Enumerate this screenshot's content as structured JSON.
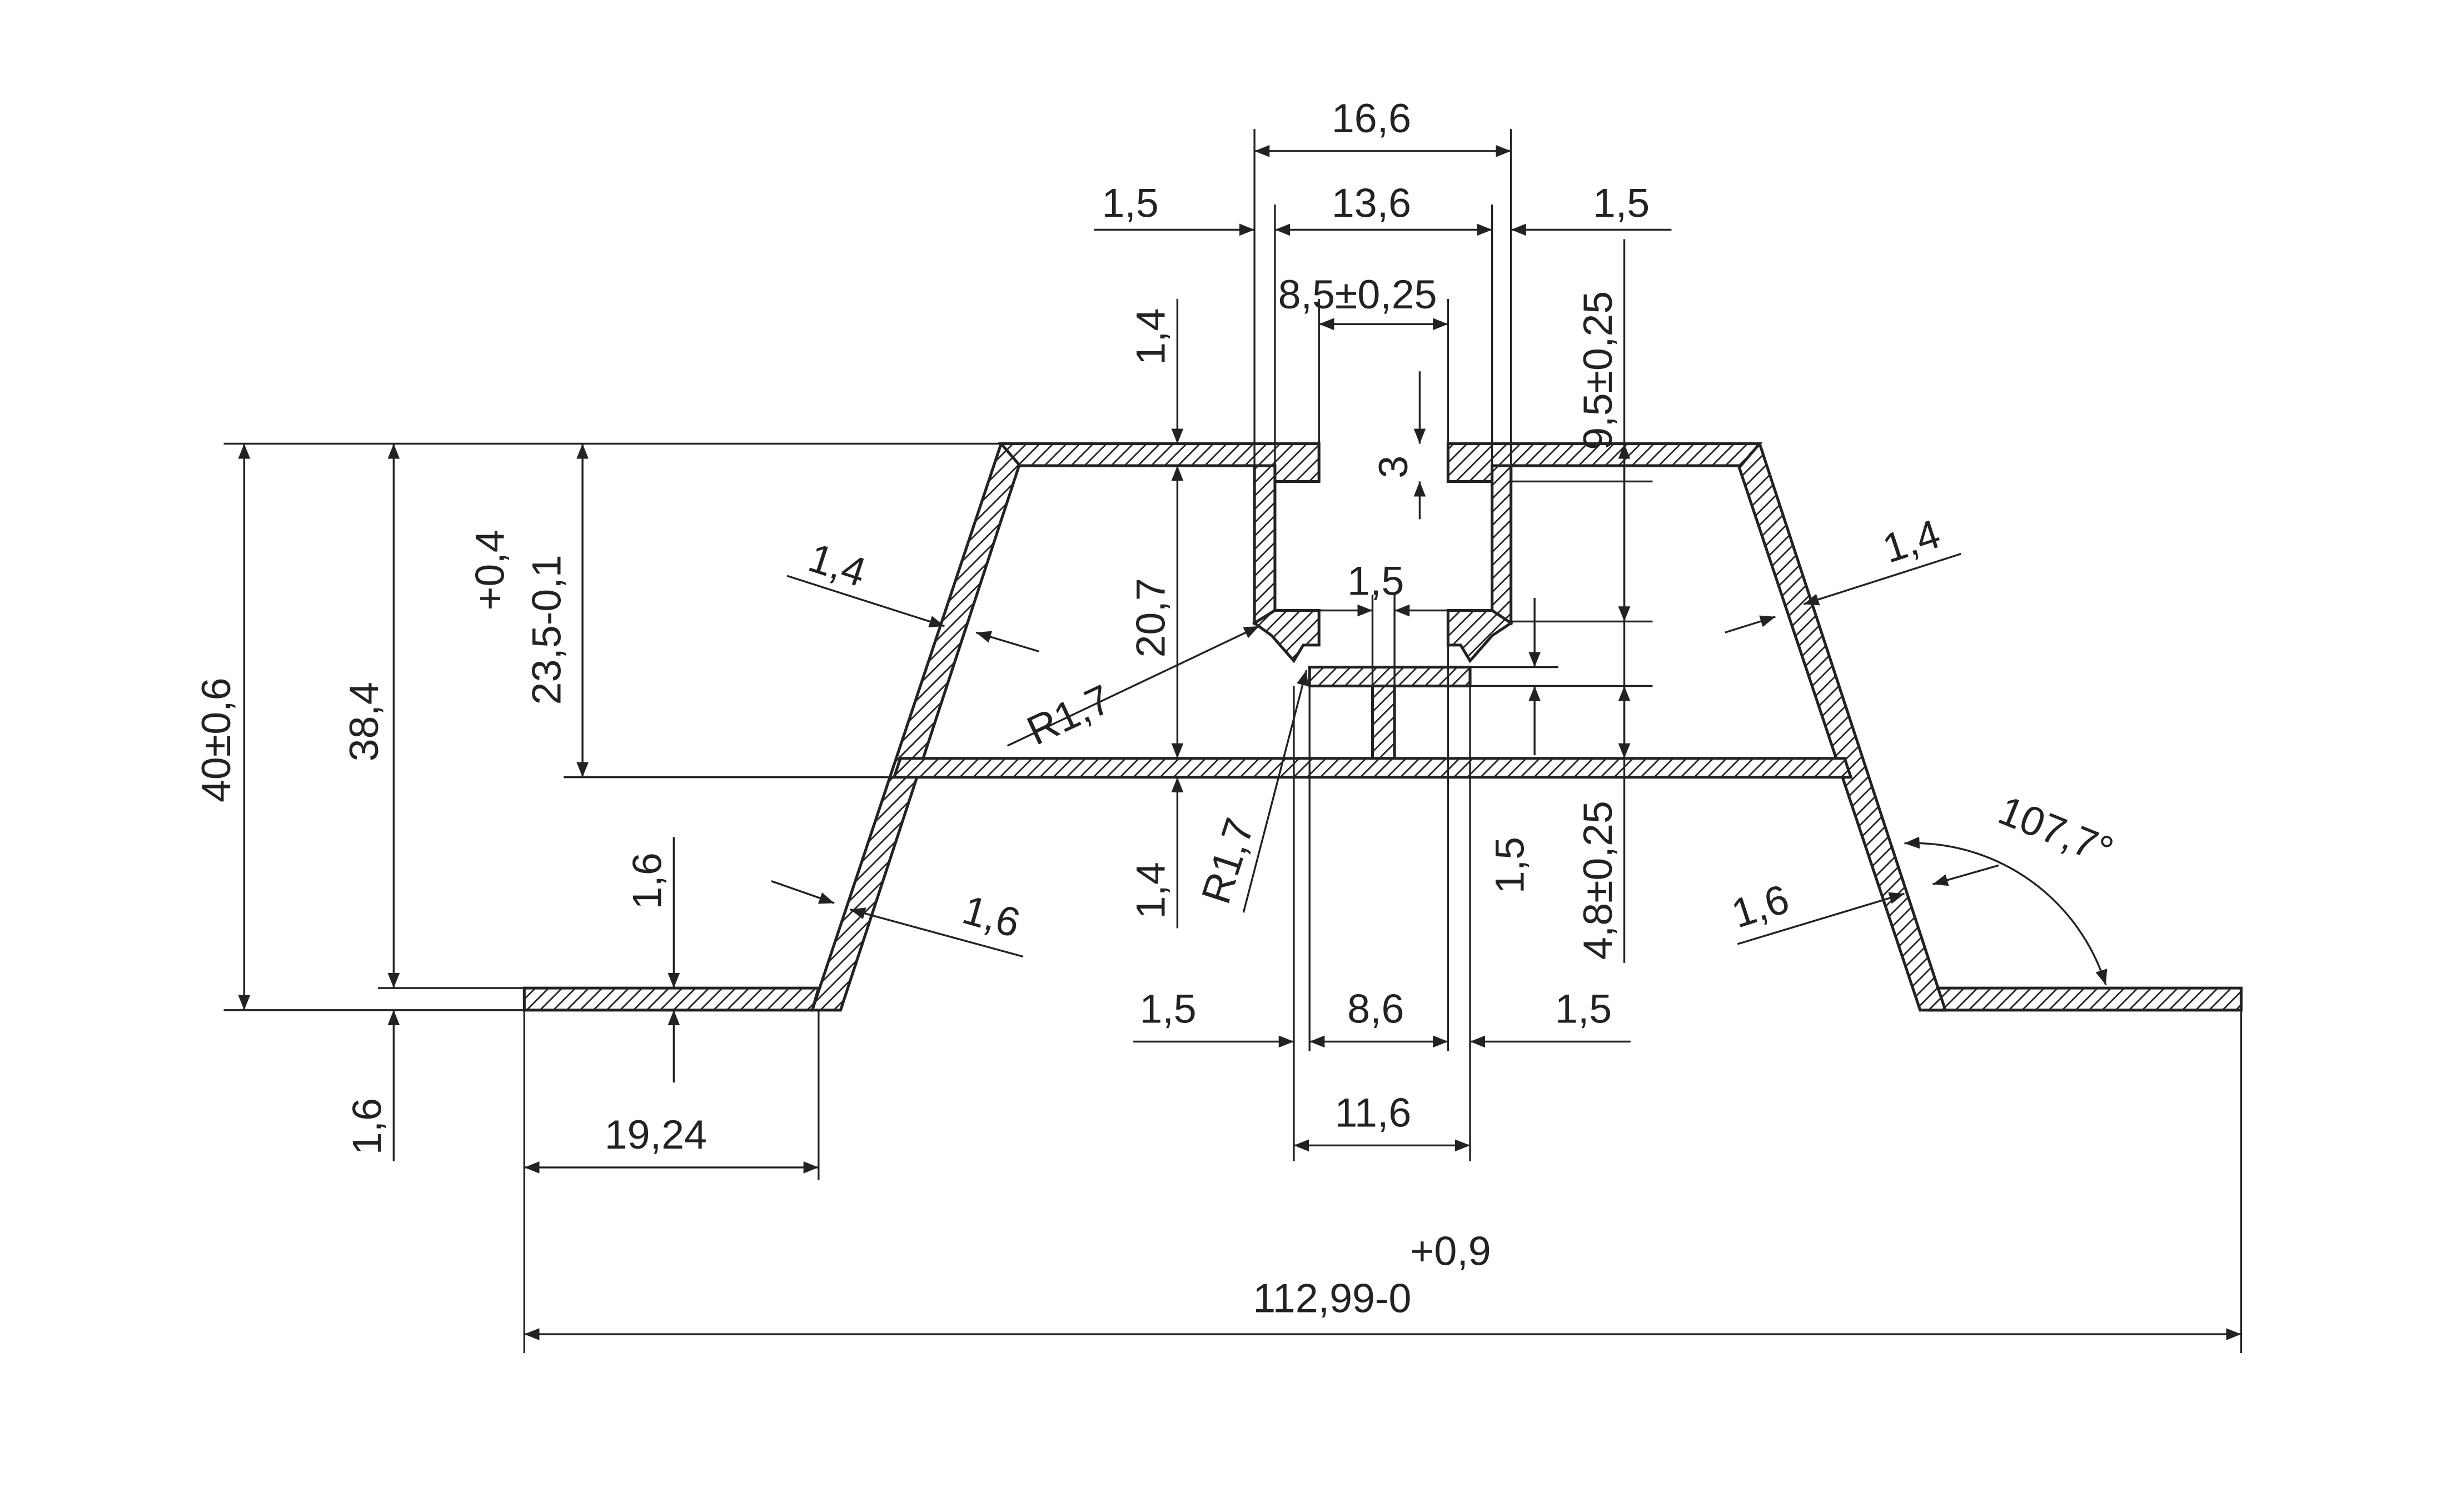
{
  "dimensions": {
    "top_overall_width": "16,6",
    "top_left_wall": "1,5",
    "top_inner_width": "13,6",
    "top_right_wall": "1,5",
    "slot_opening": "8,5±0,25",
    "top_flange_thickness": "1,4",
    "slot_lip_height": "3",
    "slot_depth": "9,5±0,25",
    "left_wall_thickness_upper": "1,4",
    "right_wall_thickness": "1,4",
    "slot_neck": "1,5",
    "radius_upper": "R1,7",
    "inner_height": "20,7",
    "shelf_height_upper_tol": "+0,4",
    "shelf_height": "23,5-0,1",
    "overall_height": "40±0,6",
    "height_to_flange": "38,4",
    "radius_lower": "R1,7",
    "middle_shelf_thickness": "1,4",
    "channel_wall": "1,5",
    "channel_depth": "4,8±0,25",
    "flange_thickness_left": "1,6",
    "left_wall_thickness_lower": "1,6",
    "right_wall_thickness_lower": "1,6",
    "wall_angle": "107,7°",
    "bottom_left_wall": "1,5",
    "bottom_channel_inner": "8,6",
    "bottom_right_wall": "1,5",
    "bottom_channel_outer": "11,6",
    "flange_thickness_bottom": "1,6",
    "flange_width": "19,24",
    "overall_width_tol": "+0,9",
    "overall_width": "112,99-0"
  }
}
